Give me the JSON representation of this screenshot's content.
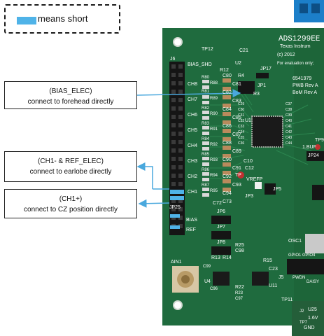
{
  "legend": {
    "text": "means short"
  },
  "callouts": [
    {
      "line1": "(BIAS_ELEC)",
      "line2": "connect to forehead directly"
    },
    {
      "line1": "(CH1- & REF_ELEC)",
      "line2": "connect to earlobe directly"
    },
    {
      "line1": "(CH1+)",
      "line2": "connect to CZ position directly"
    }
  ],
  "board": {
    "name": "ADS1299EE",
    "maker": "Texas Instrum",
    "year": "(c) 2012",
    "eval_note": "For evaluation only;",
    "part_no": "6541979",
    "pwb_rev": "PWB Rev A",
    "bom_rev": "BoM Rev A",
    "labels": {
      "J6": "J6",
      "BIAS_SHD": "BIAS_SHD",
      "TP12": "TP12",
      "U2": "U2",
      "R12": "R12",
      "C21": "C21",
      "R4": "R4",
      "JP17": "JP17",
      "JP1": "JP1",
      "R3": "R3",
      "U1": "U1",
      "C10": "C10",
      "C12": "C12",
      "VREFP": "VREFP",
      "JP3": "JP3",
      "TP": "TP",
      "JP5": "JP5",
      "JP25": "JP25",
      "BIAS": "BIAS",
      "REF": "REF",
      "JP6": "JP6",
      "JP7": "JP7",
      "JP8": "JP8",
      "AIN1": "AIN1",
      "R13": "R13",
      "R14": "R14",
      "R25": "R25",
      "C98": "C98",
      "U4": "U4",
      "R15": "R15",
      "C23": "C23",
      "U11": "U11",
      "J5": "J5",
      "R22": "R22",
      "OSC1": "OSC1",
      "TP11": "TP11",
      "J2": "J2",
      "TP7": "TP7",
      "TP9": "TP9",
      "BUF": "1.BUF",
      "JP24": "JP24",
      "GPIO": "GPIO1",
      "PWDN": "PWDN",
      "DAISY": "DAISY",
      "U25": "U25",
      "V16": "1.6V",
      "GND": "GND",
      "CH8": "CH8",
      "CH7": "CH7",
      "CH6": "CH6",
      "CH5": "CH5",
      "CH4": "CH4",
      "CH3": "CH3",
      "CH2": "CH2",
      "CH1": "CH1",
      "C80": "C80",
      "C81": "C81",
      "C82": "C82",
      "C83": "C83",
      "C84": "C84",
      "C85": "C85",
      "C86": "C86",
      "C87": "C87",
      "C88": "C88",
      "C89": "C89",
      "C90": "C90",
      "C91": "C91",
      "C92": "C92",
      "C93": "C93",
      "C94": "C94",
      "C73": "C73",
      "C72": "C72",
      "R80": "R80",
      "R81": "R81",
      "R82": "R82",
      "R83": "R83",
      "R84": "R84",
      "R85": "R85",
      "R86": "R86",
      "R87": "R87",
      "R88": "R88",
      "R89": "R89",
      "R90": "R90",
      "R91": "R91",
      "R92": "R92",
      "R93": "R93",
      "R94": "R94",
      "R95": "R95",
      "C29": "C29",
      "C30": "C30",
      "C31": "C31",
      "C32": "C32",
      "C33": "C33",
      "C34": "C34",
      "C35": "C35",
      "C36": "C36",
      "C37": "C37",
      "C38": "C38",
      "C39": "C39",
      "C40": "C40",
      "C41": "C41",
      "C42": "C42",
      "C43": "C43",
      "C44": "C44",
      "C99": "C99",
      "R23": "R23",
      "C97": "C97",
      "C96": "C96",
      "GP04": "GPIO4"
    }
  },
  "colors": {
    "short": "#4fb3e8",
    "pcb": "#1f6b3e",
    "arrow": "#4aa8dd"
  }
}
